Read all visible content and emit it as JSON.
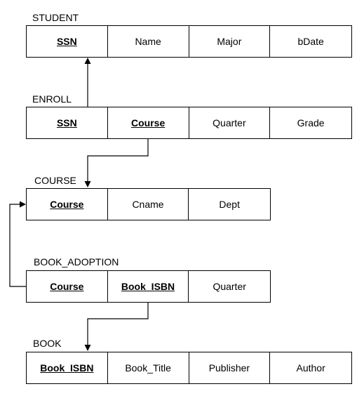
{
  "relations": {
    "student": {
      "name": "STUDENT",
      "attributes": [
        "SSN",
        "Name",
        "Major",
        "bDate"
      ],
      "keys": [
        0
      ]
    },
    "enroll": {
      "name": "ENROLL",
      "attributes": [
        "SSN",
        "Course",
        "Quarter",
        "Grade"
      ],
      "keys": [
        0,
        1
      ]
    },
    "course": {
      "name": "COURSE",
      "attributes": [
        "Course",
        "Cname",
        "Dept"
      ],
      "keys": [
        0
      ]
    },
    "book_adoption": {
      "name": "BOOK_ADOPTION",
      "attributes": [
        "Course",
        "Book_ISBN",
        "Quarter"
      ],
      "keys": [
        0,
        1
      ]
    },
    "book": {
      "name": "BOOK",
      "attributes": [
        "Book_ISBN",
        "Book_Title",
        "Publisher",
        "Author"
      ],
      "keys": [
        0
      ]
    }
  },
  "foreign_keys": [
    {
      "from": "ENROLL.SSN",
      "to": "STUDENT.SSN"
    },
    {
      "from": "ENROLL.Course",
      "to": "COURSE.Course"
    },
    {
      "from": "BOOK_ADOPTION.Course",
      "to": "COURSE.Course"
    },
    {
      "from": "BOOK_ADOPTION.Book_ISBN",
      "to": "BOOK.Book_ISBN"
    }
  ]
}
